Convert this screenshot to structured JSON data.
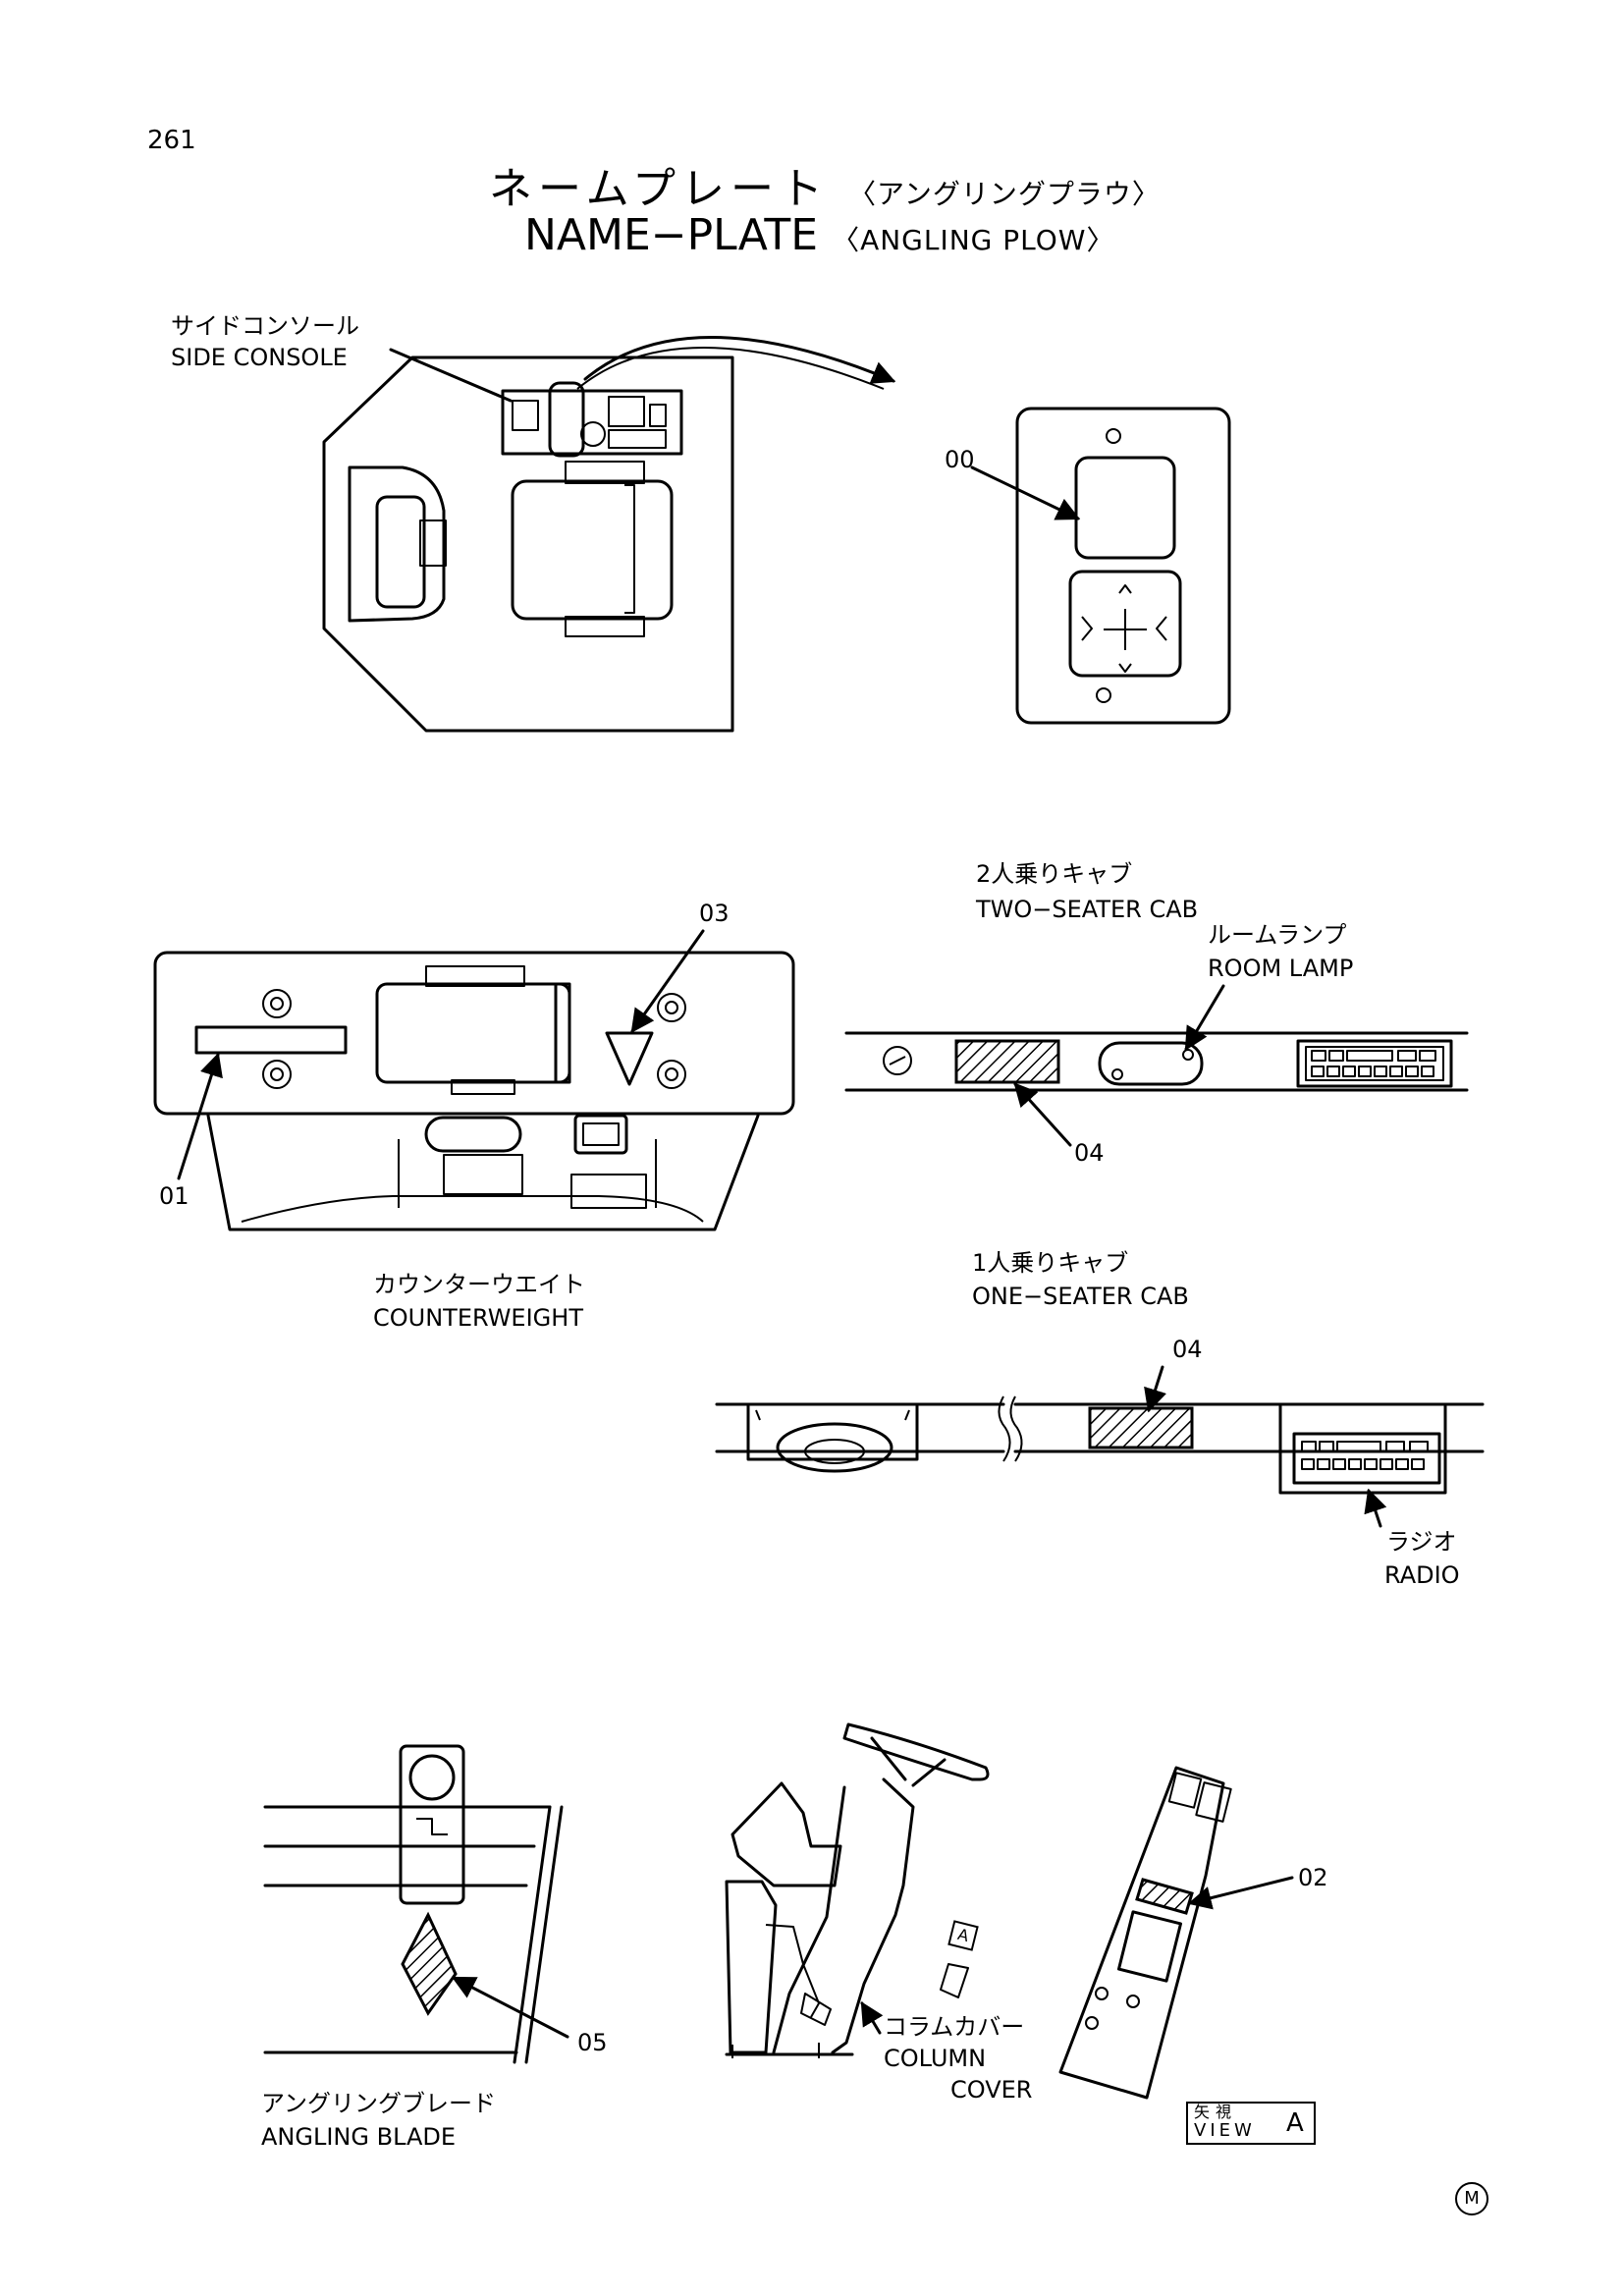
{
  "page_number": "261",
  "title": {
    "jp": "ネームプレート",
    "jp_sub": "〈アングリングプラウ〉",
    "en": "NAME−PLATE",
    "en_sub": "〈ANGLING PLOW〉"
  },
  "labels": {
    "side_console_jp": "サイドコンソール",
    "side_console_en": "SIDE CONSOLE",
    "counterweight_jp": "カウンターウエイト",
    "counterweight_en": "COUNTERWEIGHT",
    "two_seater_jp": "2人乗りキャブ",
    "two_seater_en": "TWO−SEATER CAB",
    "room_lamp_jp": "ルームランプ",
    "room_lamp_en": "ROOM LAMP",
    "one_seater_jp": "1人乗りキャブ",
    "one_seater_en": "ONE−SEATER CAB",
    "radio_jp": "ラジオ",
    "radio_en": "RADIO",
    "angling_blade_jp": "アングリングブレード",
    "angling_blade_en": "ANGLING BLADE",
    "column_cover_jp": "コラムカバー",
    "column_cover_en_1": "COLUMN",
    "column_cover_en_2": "COVER"
  },
  "callouts": {
    "c00": "00",
    "c01": "01",
    "c02": "02",
    "c03": "03",
    "c04a": "04",
    "c04b": "04",
    "c05": "05"
  },
  "view": {
    "jp": "矢視",
    "en": "VIEW",
    "letter": "A",
    "marker": "A"
  },
  "corner_mark": "M"
}
